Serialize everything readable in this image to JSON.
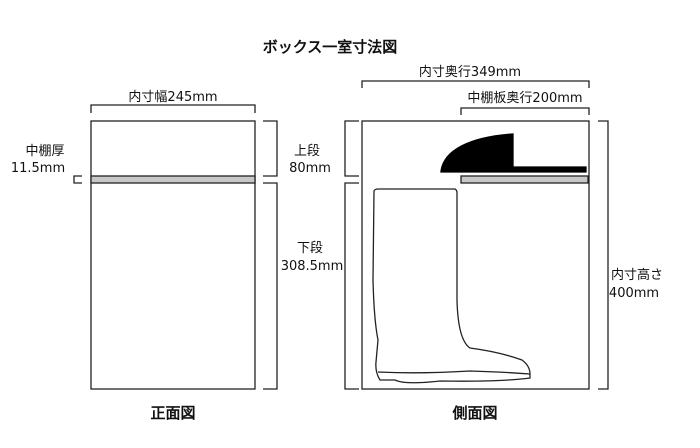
{
  "title": "ボックス一室寸法図",
  "front_view": {
    "caption": "正面図",
    "inner_width": "内寸幅245mm",
    "shelf_thickness_label": "中棚厚",
    "shelf_thickness_value": "11.5mm"
  },
  "side_view": {
    "caption": "側面図",
    "inner_depth": "内寸奥行349mm",
    "shelf_depth": "中棚板奥行200mm",
    "upper_label": "上段",
    "upper_value": "80mm",
    "lower_label": "下段",
    "lower_value": "308.5mm",
    "height_label": "内寸高さ",
    "height_value": "400mm"
  },
  "colors": {
    "shelf": "#c8c8c8",
    "line": "#222222"
  }
}
